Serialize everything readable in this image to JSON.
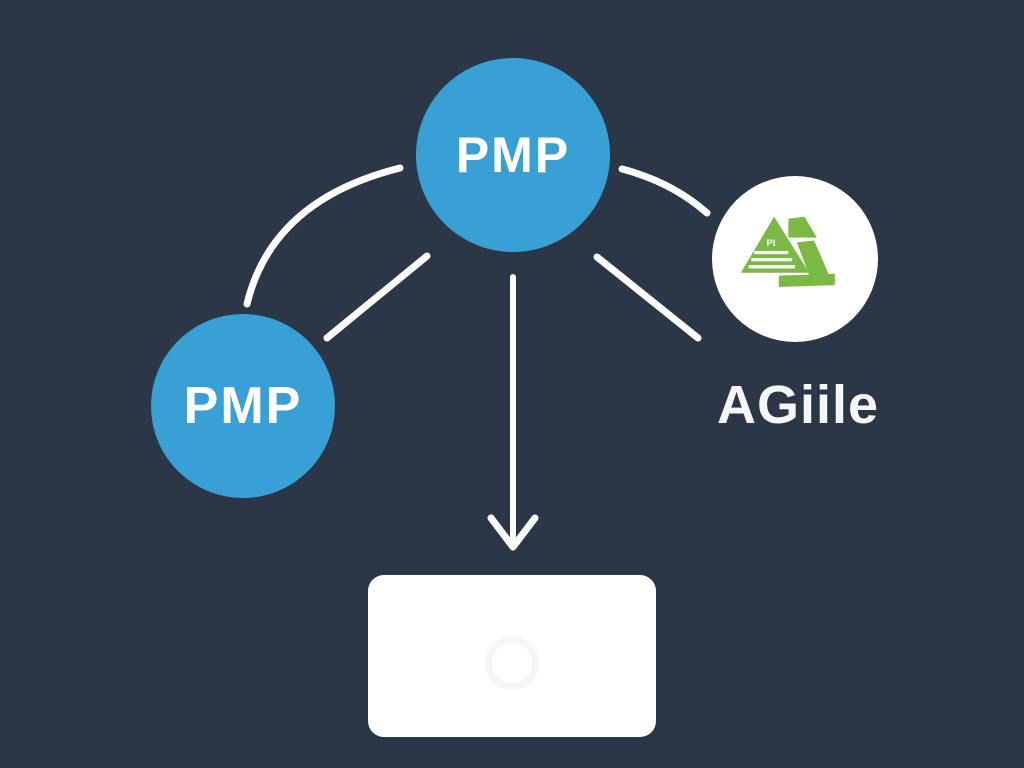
{
  "canvas": {
    "background": "#2b3646"
  },
  "nodes": {
    "top": {
      "label": "PMP",
      "shape": "circle",
      "color": "#39a0d6",
      "text_color": "#ffffff"
    },
    "left": {
      "label": "PMP",
      "shape": "circle",
      "color": "#39a0d6",
      "text_color": "#ffffff"
    },
    "right": {
      "label": "AGiile",
      "shape": "circle",
      "color": "#ffffff",
      "icon": "pyramid-agile-icon",
      "icon_color": "#7ab943",
      "icon_text": "PI"
    }
  },
  "edges": [
    {
      "from": "top",
      "to": "left",
      "style": "arc"
    },
    {
      "from": "top",
      "to": "left",
      "style": "line"
    },
    {
      "from": "top",
      "to": "right",
      "style": "arc"
    },
    {
      "from": "top",
      "to": "right",
      "style": "line"
    },
    {
      "from": "top",
      "to": "laptop",
      "style": "arrow"
    }
  ],
  "laptop": {
    "shape": "rounded-screen",
    "color": "#ffffff",
    "icon": "power-ring-icon"
  },
  "colors": {
    "background": "#2b3646",
    "node_blue": "#39a0d6",
    "icon_green": "#7ab943",
    "connector_white": "#ffffff",
    "label_white": "#f4f6f8"
  }
}
